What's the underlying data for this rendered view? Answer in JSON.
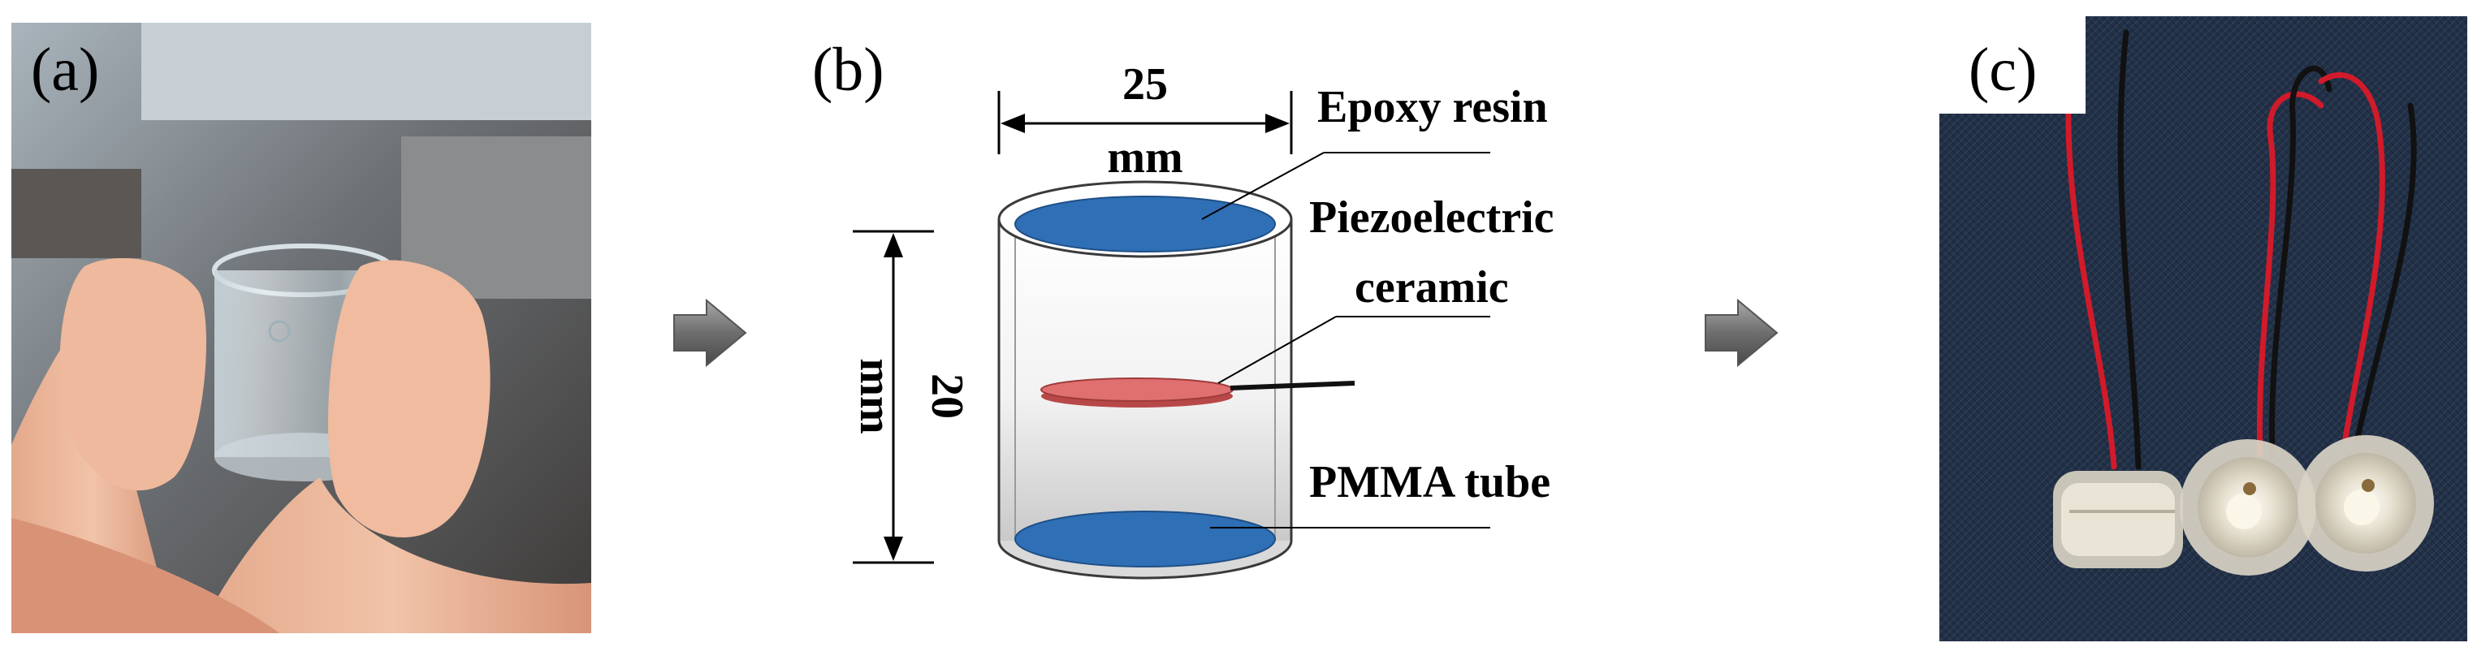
{
  "panels": {
    "a": {
      "label": "(a)"
    },
    "b": {
      "label": "(b)"
    },
    "c": {
      "label": "(c)"
    }
  },
  "diagram": {
    "width_label": "25",
    "width_unit": "mm",
    "height_label": "20",
    "height_unit": "mm",
    "callouts": {
      "epoxy": "Epoxy resin",
      "piezo_line1": "Piezoelectric",
      "piezo_line2": "ceramic",
      "pmma": "PMMA tube"
    }
  },
  "colors": {
    "epoxy_blue": "#2e6fb6",
    "ceramic_red": "#e07070",
    "arrow_gray": "#6e6e6e",
    "fabric_navy": "#223046",
    "wire_red": "#d11a2a",
    "wire_black": "#111111"
  },
  "icons": {
    "arrow": "right-arrow-icon"
  }
}
